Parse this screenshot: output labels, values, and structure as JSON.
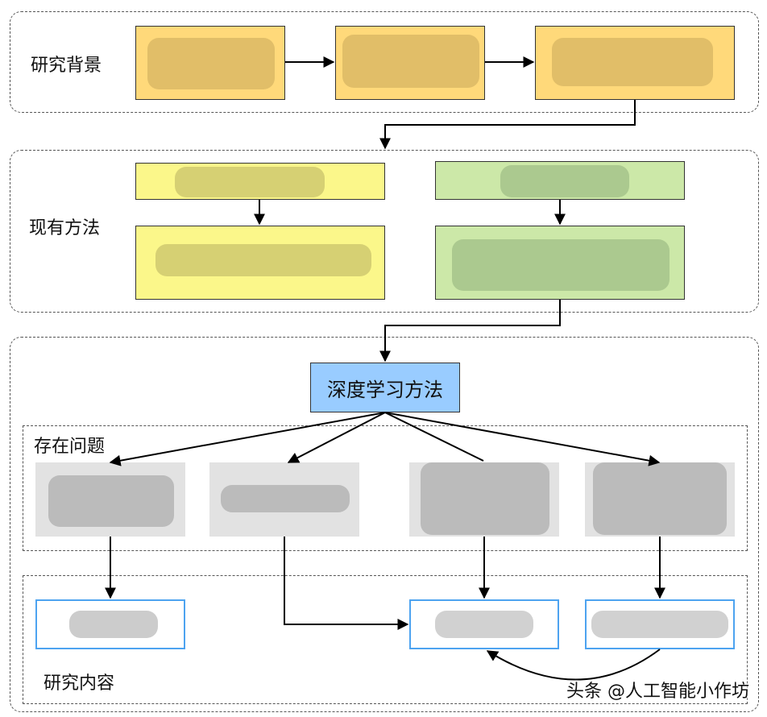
{
  "sections": {
    "background_label": "研究背景",
    "methods_label": "现有方法",
    "issues_label": "存在问题",
    "content_label": "研究内容"
  },
  "central_box": "深度学习方法",
  "watermark": "头条 @人工智能小作坊",
  "colors": {
    "orange": "#ffd97a",
    "yellow": "#fbf78a",
    "green": "#cce8a8",
    "blue": "#99ccff",
    "gray": "#e2e2e2",
    "outline_blue": "#4da3f0"
  }
}
